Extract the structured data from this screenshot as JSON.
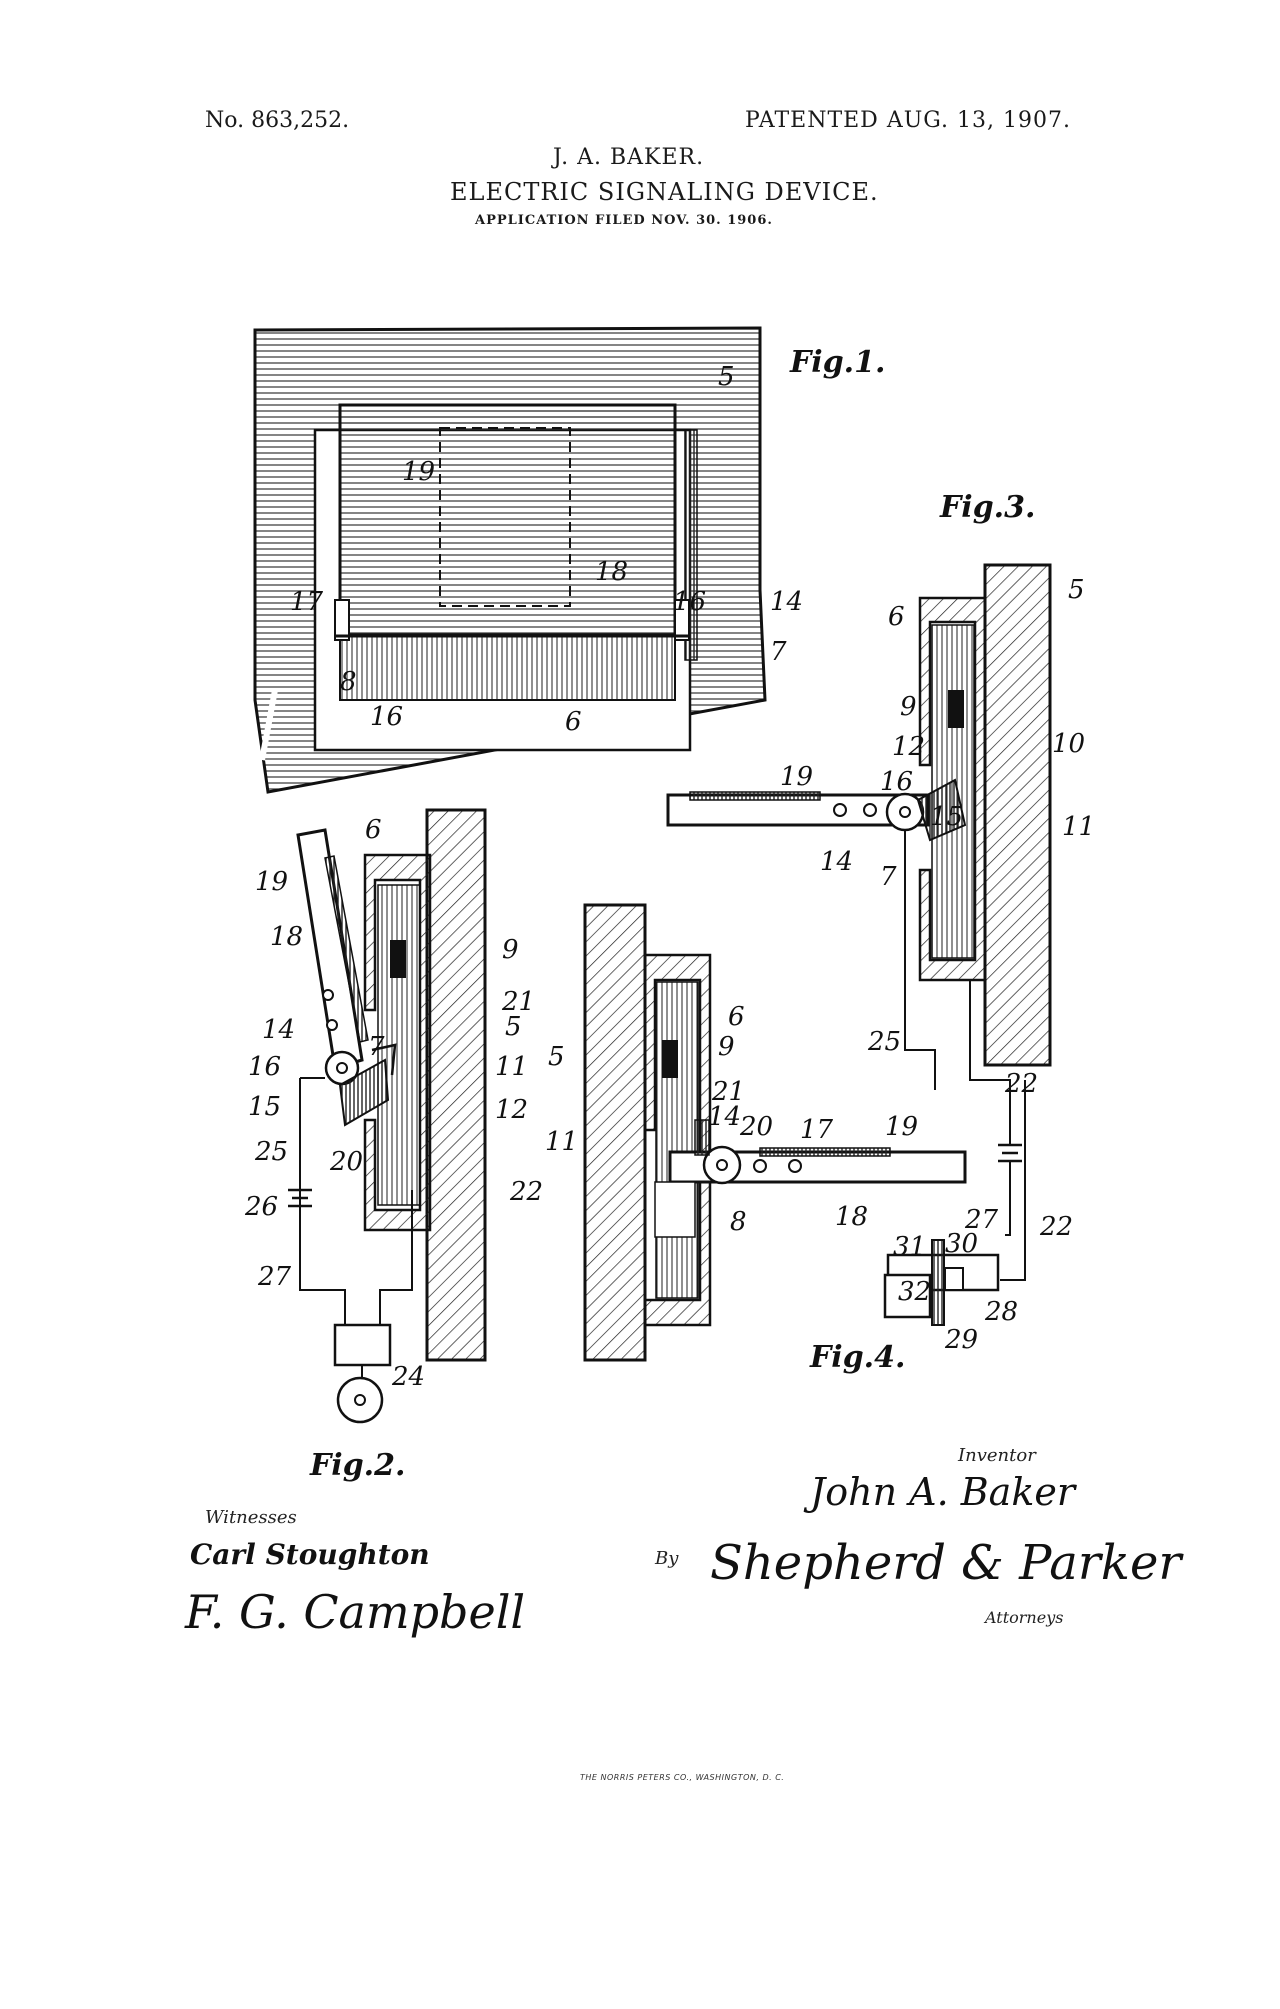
{
  "header": {
    "patent_number": "No. 863,252.",
    "patent_date": "PATENTED AUG. 13, 1907.",
    "inventor": "J. A. BAKER.",
    "title": "ELECTRIC SIGNALING DEVICE.",
    "filed": "APPLICATION FILED NOV. 30. 1906."
  },
  "figures": {
    "fig1": "Fig.1.",
    "fig2": "Fig.2.",
    "fig3": "Fig.3.",
    "fig4": "Fig.4."
  },
  "reference_numerals": {
    "fig1": [
      "5",
      "19",
      "18",
      "17",
      "16",
      "14",
      "7",
      "8",
      "16",
      "6"
    ],
    "fig2": [
      "6",
      "19",
      "18",
      "9",
      "21",
      "5",
      "14",
      "7",
      "11",
      "16",
      "15",
      "12",
      "25",
      "20",
      "26",
      "22",
      "27",
      "24"
    ],
    "fig3": [
      "5",
      "6",
      "9",
      "10",
      "12",
      "16",
      "15",
      "11",
      "19",
      "14",
      "7",
      "25",
      "22",
      "27",
      "22",
      "31",
      "30",
      "32",
      "28",
      "29"
    ],
    "fig4": [
      "5",
      "6",
      "9",
      "21",
      "14",
      "20",
      "17",
      "19",
      "11",
      "8",
      "18"
    ]
  },
  "signatures": {
    "witnesses_label": "Witnesses",
    "witness1": "Carl Stoughton",
    "witness2": "F. G. Campbell",
    "inventor_label": "Inventor",
    "inventor_signature": "John A. Baker",
    "by_label": "By",
    "attorney_signature": "Shepherd & Parker",
    "attorneys_label": "Attorneys"
  },
  "footer": {
    "printer": "THE NORRIS PETERS CO., WASHINGTON, D. C."
  }
}
